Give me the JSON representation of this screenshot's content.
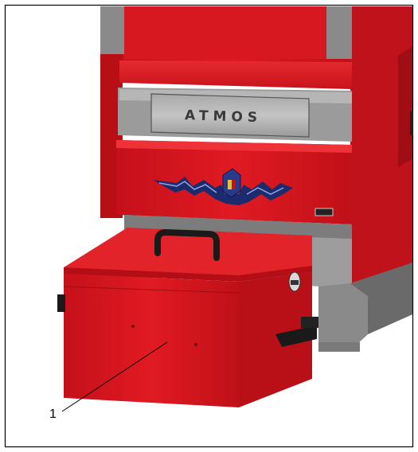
{
  "figure": {
    "brand_plate_text": "ATMOS",
    "callouts": [
      {
        "number": "1",
        "target": "ash box"
      }
    ]
  },
  "colors": {
    "boiler_red": "#d9141c",
    "boiler_red_dark": "#9e0c12",
    "boiler_red_light": "#ee2a30",
    "steel_gray": "#8c8c8c",
    "plate_gray": "#b4b4b4",
    "logo_blue": "#1c2a6e",
    "handle_black": "#1a1a1a",
    "frame_border": "#000000"
  }
}
